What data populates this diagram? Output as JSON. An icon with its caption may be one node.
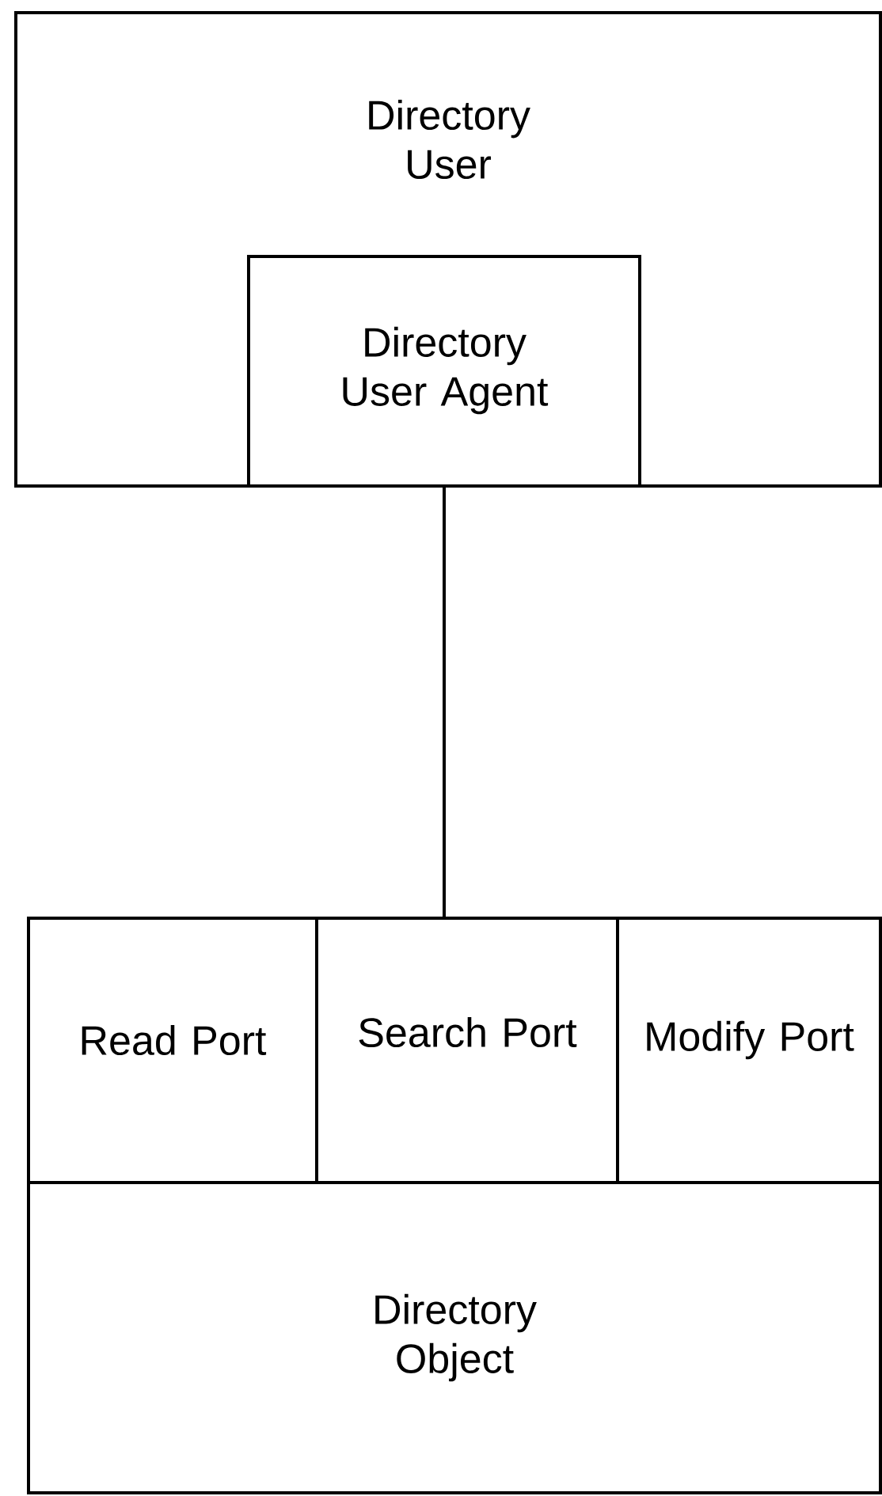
{
  "diagram": {
    "nodes": [
      {
        "text": [
          "Directory User"
        ]
      },
      {
        "text": [
          "Directory User Agent"
        ],
        "in": 0
      },
      {
        "text": [
          "Read Port"
        ]
      },
      {
        "text": [
          "Search Port"
        ]
      },
      {
        "text": [
          "Modify Port"
        ]
      },
      {
        "text": [
          "Directory Object"
        ]
      }
    ],
    "edges": [
      {
        "from": 1,
        "to": 3,
        "arrow": "none"
      }
    ]
  }
}
